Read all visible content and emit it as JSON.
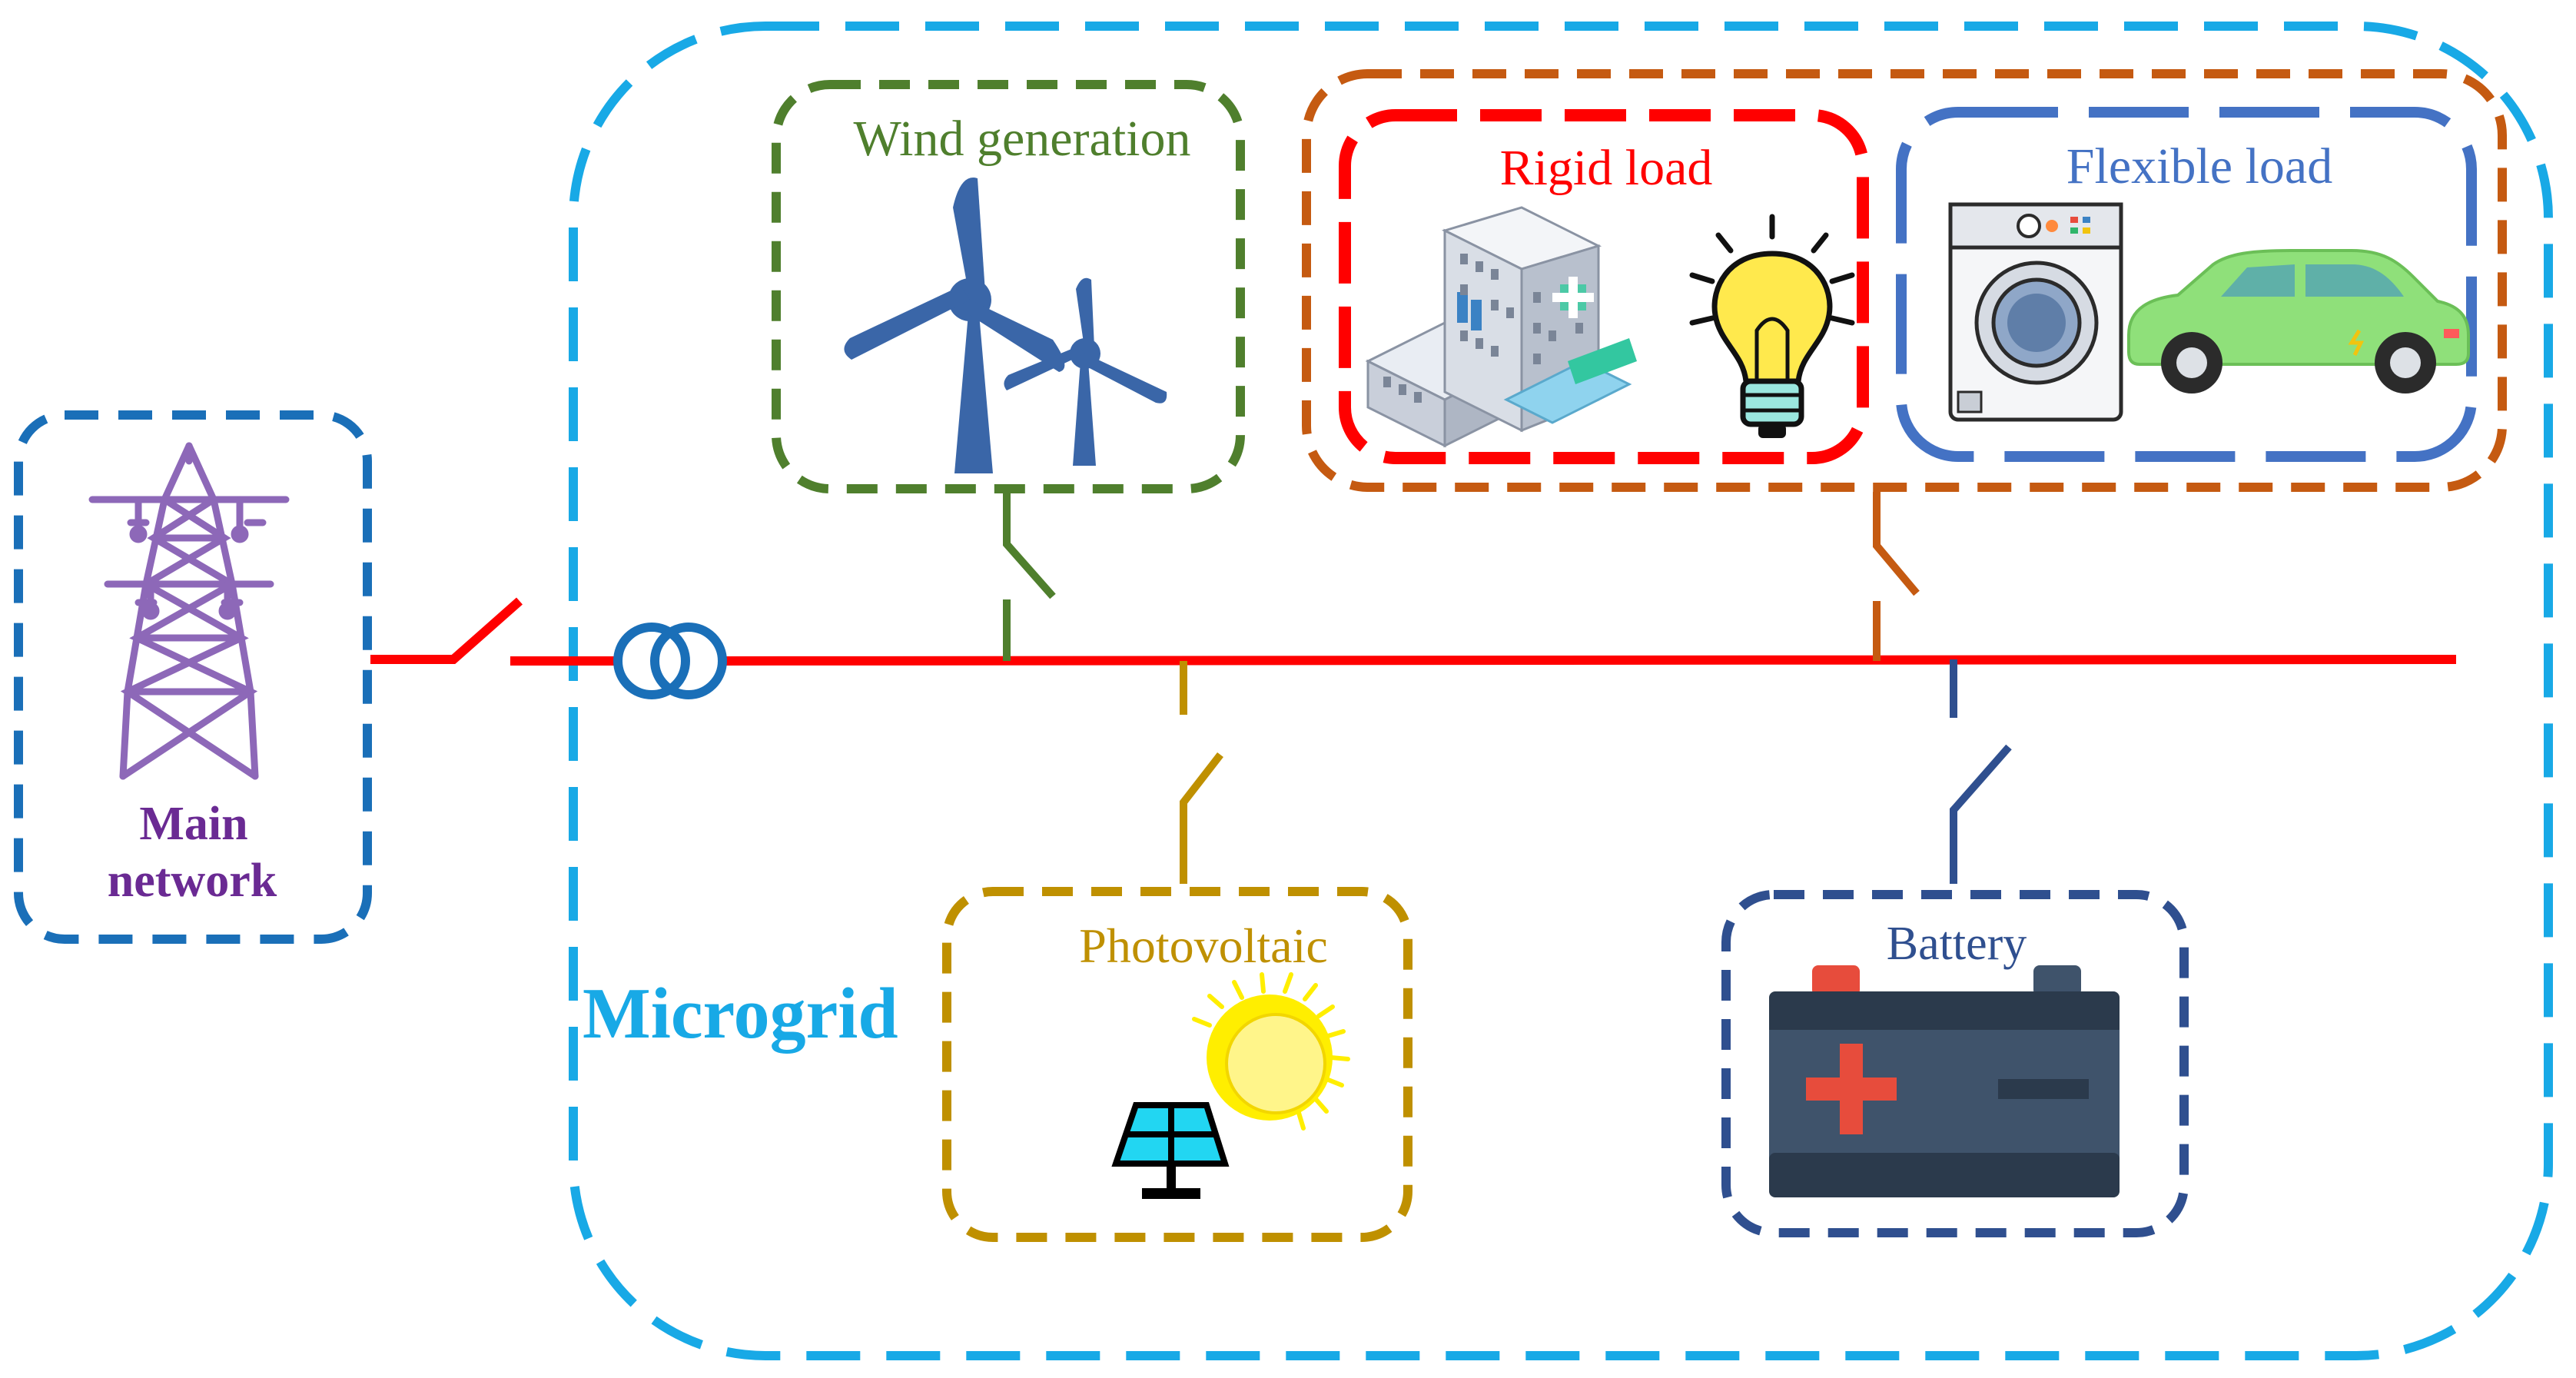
{
  "labels": {
    "main_network": [
      "Main",
      "network"
    ],
    "microgrid": "Microgrid",
    "wind_generation": "Wind generation",
    "rigid_load": "Rigid load",
    "flexible_load": "Flexible load",
    "photovoltaic": "Photovoltaic",
    "battery": "Battery"
  },
  "colors": {
    "microgrid_border": "#18a9e6",
    "main_network_border": "#1a6fb8",
    "main_network_text": "#6a2a93",
    "bus_line": "#ff0000",
    "transformer": "#1a6fb8",
    "wind": "#4f7f2d",
    "wind_turbine": "#3a66a8",
    "load_group": "#c55a11",
    "rigid_load": "#ff0000",
    "flexible_load": "#4472c4",
    "photovoltaic": "#bf9000",
    "battery_border": "#2f4f8f",
    "battery_body": "#3f536b",
    "battery_plus": "#e74c3c",
    "sun": "#ffee00",
    "solar_panel": "#22d6f2",
    "car": "#8fe07a"
  },
  "icons": {
    "tower": "transmission-tower-icon",
    "wind": "wind-turbine-icon",
    "building": "hospital-building-icon",
    "bulb": "light-bulb-icon",
    "washer": "washing-machine-icon",
    "car": "electric-car-icon",
    "sun": "sun-icon",
    "panel": "solar-panel-icon",
    "battery": "battery-icon"
  }
}
